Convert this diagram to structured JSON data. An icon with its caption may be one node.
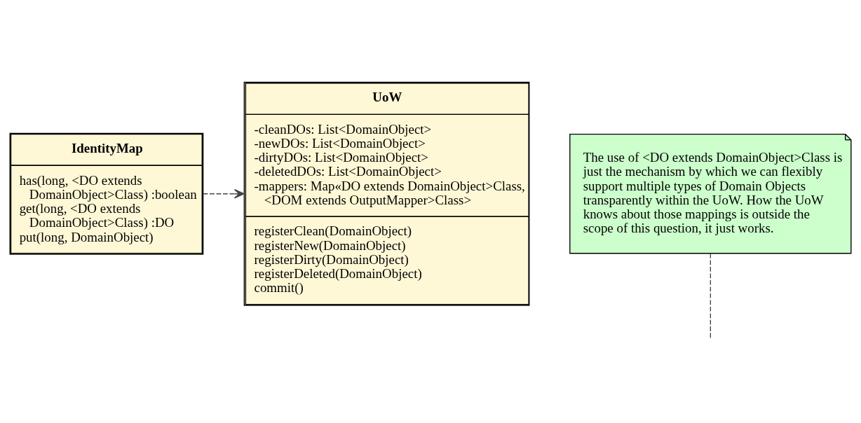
{
  "diagram": {
    "nodes": [
      {
        "text": [
          "UoW",
          "-cleanDOs: List<DomainObject>",
          "-newDOs: List<DomainObject>",
          "-dirtyDOs: List<DomainObject>",
          "-deletedDOs: List<DomainObject>",
          "-mappers: Map«DO extends DomainObject>Class, <DOM extends OutputMapper>Class>",
          "registerClean(DomainObject)",
          "registerNew(DomainObject)",
          "registerDirty(DomainObject)",
          "registerDeleted(DomainObject)",
          "commit()"
        ]
      },
      {
        "text": [
          "IdentityMap",
          "has(long, <DO extends DomainObject>Class) :boolean",
          "get(long, <DO extends DomainObject>Class) :DO",
          "put(long, DomainObject)"
        ]
      },
      {
        "text": [
          "The use of <DO extends DomainObject>Class is just the mechanism by which we can flexibly support multiple types of Domain Objects transparently within the UoW. How the UoW knows about those mappings is outside the scope of this question, it just works."
        ]
      }
    ],
    "edges": [
      {
        "from": 1,
        "to": 0,
        "arrow": "to",
        "style": "dashed"
      },
      {
        "from": 2,
        "to": null,
        "arrow": "none",
        "style": "dashed"
      }
    ]
  }
}
